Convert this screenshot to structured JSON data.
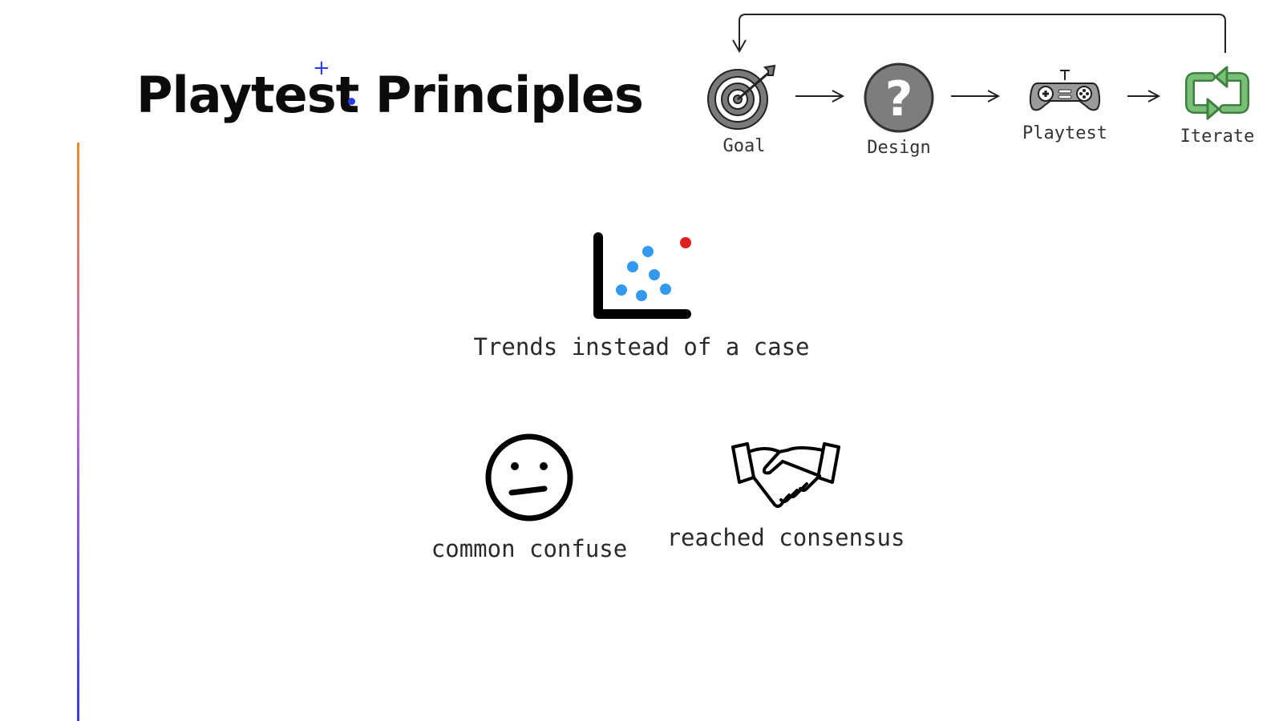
{
  "slide": {
    "title": "Playtest Principles"
  },
  "flow": {
    "steps": [
      {
        "label": "Goal",
        "icon": "target-icon"
      },
      {
        "label": "Design",
        "icon": "question-icon"
      },
      {
        "label": "Playtest",
        "icon": "gamepad-icon"
      },
      {
        "label": "Iterate",
        "icon": "refresh-icon"
      }
    ],
    "loop_arrow": "loop-back-arrow"
  },
  "principles": {
    "trends": {
      "label": "Trends instead of a case",
      "icon": "scatter-plot-icon"
    },
    "confuse": {
      "label": "common confuse",
      "icon": "neutral-face-icon"
    },
    "consensus": {
      "label": "reached consensus",
      "icon": "handshake-icon"
    }
  },
  "colors": {
    "accent_gradient": [
      "#f08a2a",
      "#c06bd0",
      "#3a3df5"
    ],
    "cursor": "#2a3cf0",
    "iterate_icon": "#5aaa5a",
    "scatter_points": "#3399f0",
    "outlier_point": "#e02020"
  }
}
